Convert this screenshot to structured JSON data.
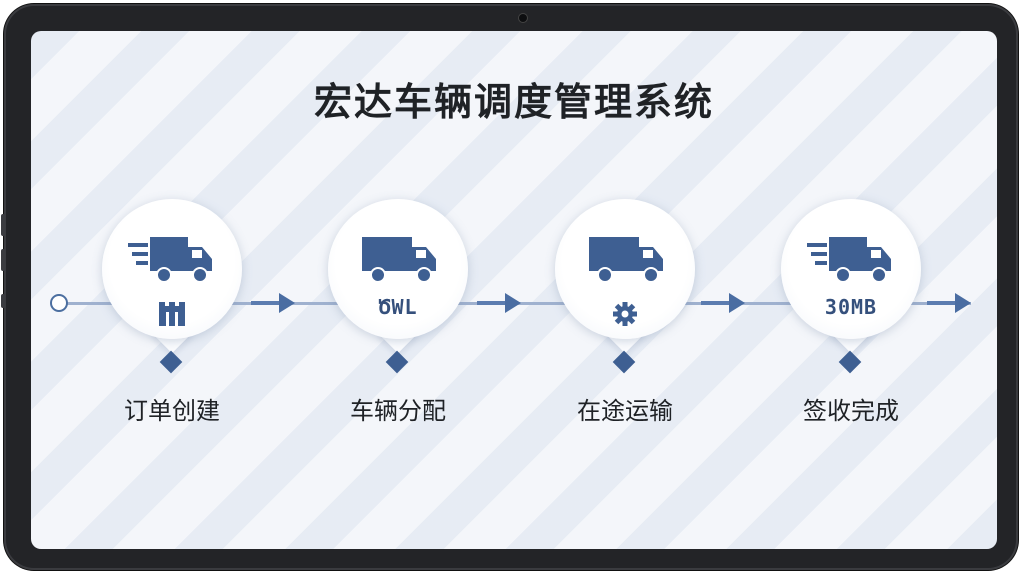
{
  "app": {
    "title": "宏达车辆调度管理系统"
  },
  "colors": {
    "accent": "#3e5f92",
    "track": "#9fb1cf",
    "text": "#1f2226"
  },
  "steps": [
    {
      "label": "订单创建",
      "badge": "",
      "icon": "truck-speed-icon",
      "badge_icon": "warehouse-icon"
    },
    {
      "label": "车辆分配",
      "badge": "ԾWL",
      "icon": "truck-icon",
      "badge_icon": ""
    },
    {
      "label": "在途运输",
      "badge": "",
      "icon": "truck-icon",
      "badge_icon": "gear-icon"
    },
    {
      "label": "签收完成",
      "badge": "30MB",
      "icon": "truck-speed-icon",
      "badge_icon": ""
    }
  ]
}
